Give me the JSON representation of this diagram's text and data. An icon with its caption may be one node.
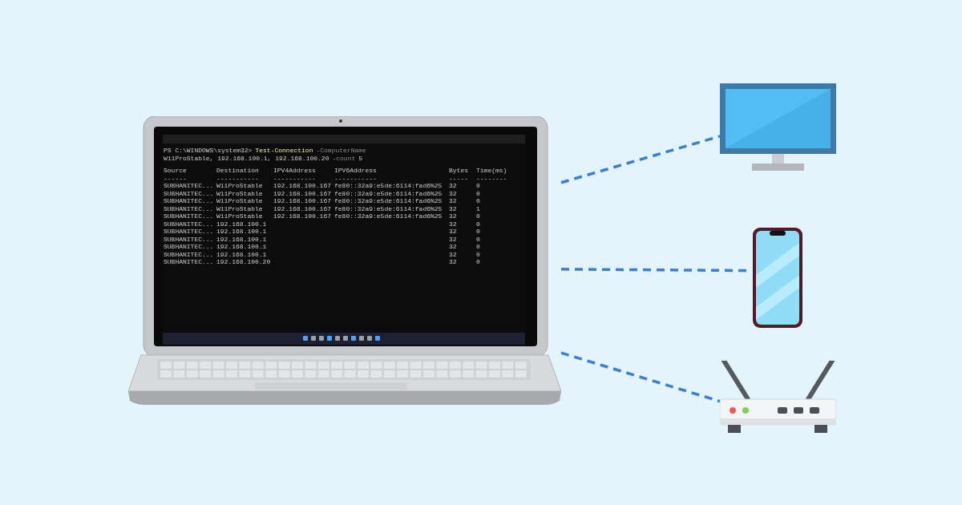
{
  "diagram": {
    "nodes": [
      {
        "text": [],
        "shape": "picture"
      },
      {
        "text": [],
        "shape": "picture"
      },
      {
        "text": [],
        "shape": "picture"
      },
      {
        "text": [],
        "shape": "picture"
      }
    ],
    "edges": [
      {
        "from": 0,
        "to": 1,
        "arrow": "none",
        "style": "dashed"
      },
      {
        "from": 0,
        "to": 2,
        "arrow": "none",
        "style": "dashed"
      },
      {
        "from": 0,
        "to": 3,
        "arrow": "none",
        "style": "dashed"
      }
    ],
    "labels": [
      "PS C:\\WINDOWS\\system32>",
      "Test-Connection",
      "-ComputerName",
      "W11ProStable, 192.168.100.1, 192.168.100.20",
      "-count",
      "5",
      "Source",
      "Destination",
      "IPV4Address",
      "IPV6Address",
      "Bytes",
      "Time(ms)",
      "------",
      "-----------",
      "-----------",
      "-----------",
      "-----",
      "--------",
      "SUBHANITEC...",
      "W11ProStable",
      "192.168.100.167",
      "fe80::32a9:e5de:6114:fad6%25",
      "32",
      "0",
      "SUBHANITEC...",
      "W11ProStable",
      "192.168.100.167",
      "fe80::32a9:e5de:6114:fad6%25",
      "32",
      "0",
      "SUBHANITEC...",
      "W11ProStable",
      "192.168.100.167",
      "fe80::32a9:e5de:6114:fad6%25",
      "32",
      "0",
      "SUBHANITEC...",
      "W11ProStable",
      "192.168.100.167",
      "fe80::32a9:e5de:6114:fad6%25",
      "32",
      "1",
      "SUBHANITEC...",
      "W11ProStable",
      "192.168.100.167",
      "fe80::32a9:e5de:6114:fad6%25",
      "32",
      "0",
      "SUBHANITEC...",
      "192.168.100.1",
      "32",
      "0",
      "SUBHANITEC...",
      "192.168.100.1",
      "32",
      "0",
      "SUBHANITEC...",
      "192.168.100.1",
      "32",
      "0",
      "SUBHANITEC...",
      "192.168.100.1",
      "32",
      "0",
      "SUBHANITEC...",
      "192.168.100.1",
      "32",
      "0",
      "SUBHANITEC...",
      "192.168.100.20",
      "32",
      "0"
    ]
  }
}
